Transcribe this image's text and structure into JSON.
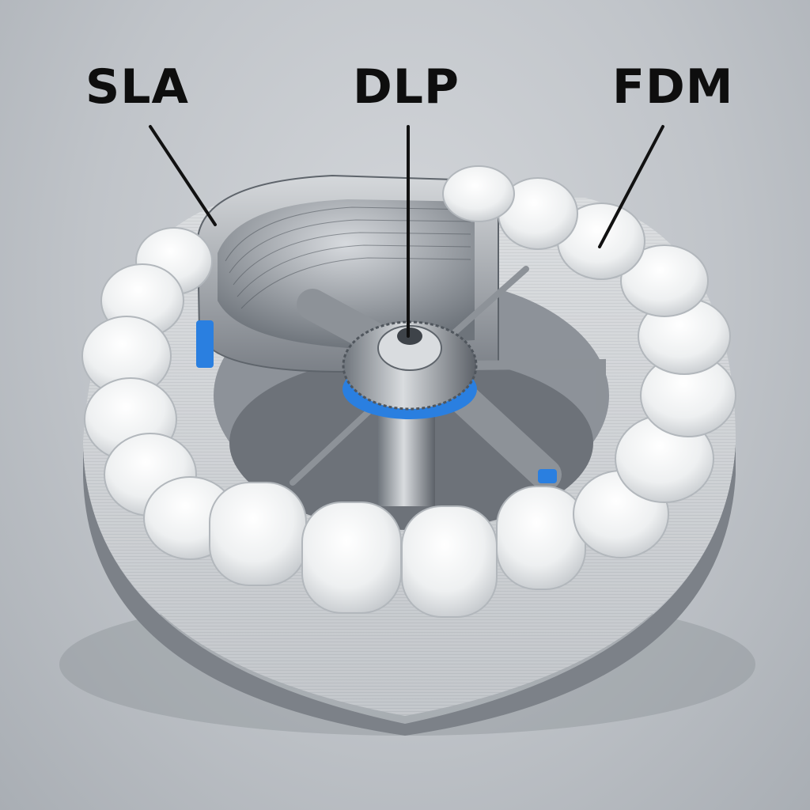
{
  "labels": {
    "sla": "SLA",
    "dlp": "DLP",
    "fdm": "FDM"
  },
  "colors": {
    "background": "#c0c4c9",
    "tooth": "#eceeef",
    "tooth_shadow": "#c9cdd1",
    "gum_base": "#d6d9dc",
    "metal": "#9aa0a6",
    "metal_dark": "#5e646b",
    "accent_blue": "#2a7fe0",
    "leader_line": "#111111"
  }
}
